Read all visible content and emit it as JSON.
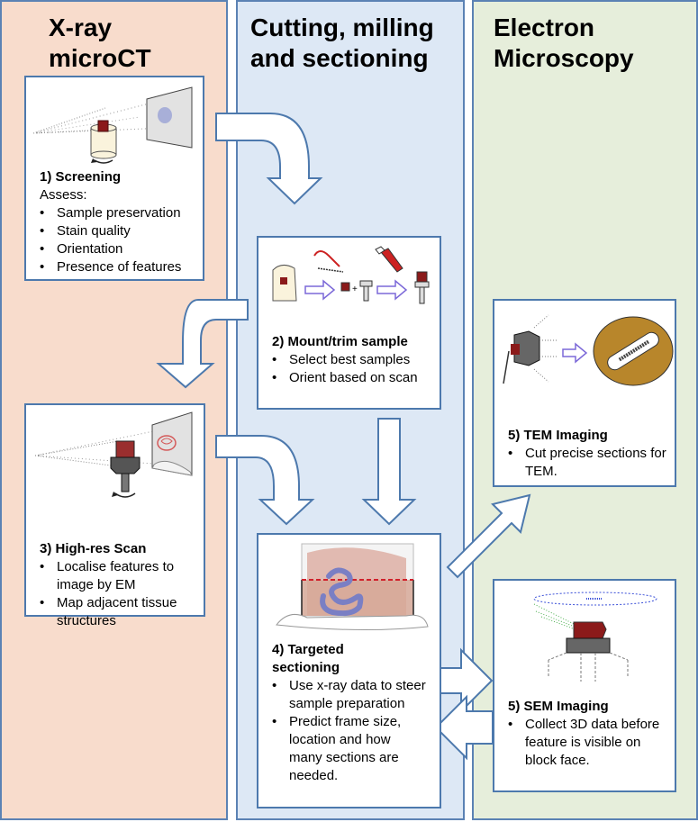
{
  "columns": {
    "xray": "X-ray\nmicroCT",
    "cutting": "Cutting, milling\nand sectioning",
    "em": "Electron\nMicroscopy"
  },
  "steps": {
    "screening": {
      "title": "1) Screening",
      "subtitle": "Assess:",
      "bullets": [
        "Sample preservation",
        "Stain quality",
        "Orientation",
        "Presence of features"
      ]
    },
    "highres": {
      "title": "3) High-res Scan",
      "bullets": [
        "Localise features to image by EM",
        "Map adjacent tissue structures"
      ]
    },
    "mount": {
      "title": "2) Mount/trim sample",
      "bullets": [
        "Select best samples",
        "Orient based on scan"
      ]
    },
    "targeted": {
      "title": "4) Targeted sectioning",
      "bullets": [
        "Use x-ray data to steer sample preparation",
        "Predict frame size, location and how many sections are needed."
      ]
    },
    "tem": {
      "title": "5) TEM Imaging",
      "bullets": [
        "Cut precise sections for TEM."
      ]
    },
    "sem": {
      "title": "5) SEM Imaging",
      "bullets": [
        "Collect 3D data before feature is visible on block face."
      ]
    }
  },
  "colors": {
    "xray_bg": "#f8dccc",
    "cutting_bg": "#dde8f5",
    "em_bg": "#e6eedb",
    "border": "#4d79ad",
    "sample_red": "#8b1a1a",
    "arrow_purple": "#7b68d8",
    "grid_tan": "#b8862b"
  },
  "icons": {
    "arrows": "hollow-flow-arrow",
    "screening": "microct-scan-icon",
    "highres": "microct-highres-icon",
    "mount": "mount-trim-icon",
    "targeted": "block-face-icon",
    "tem": "tem-grid-icon",
    "sem": "sem-stage-icon"
  }
}
